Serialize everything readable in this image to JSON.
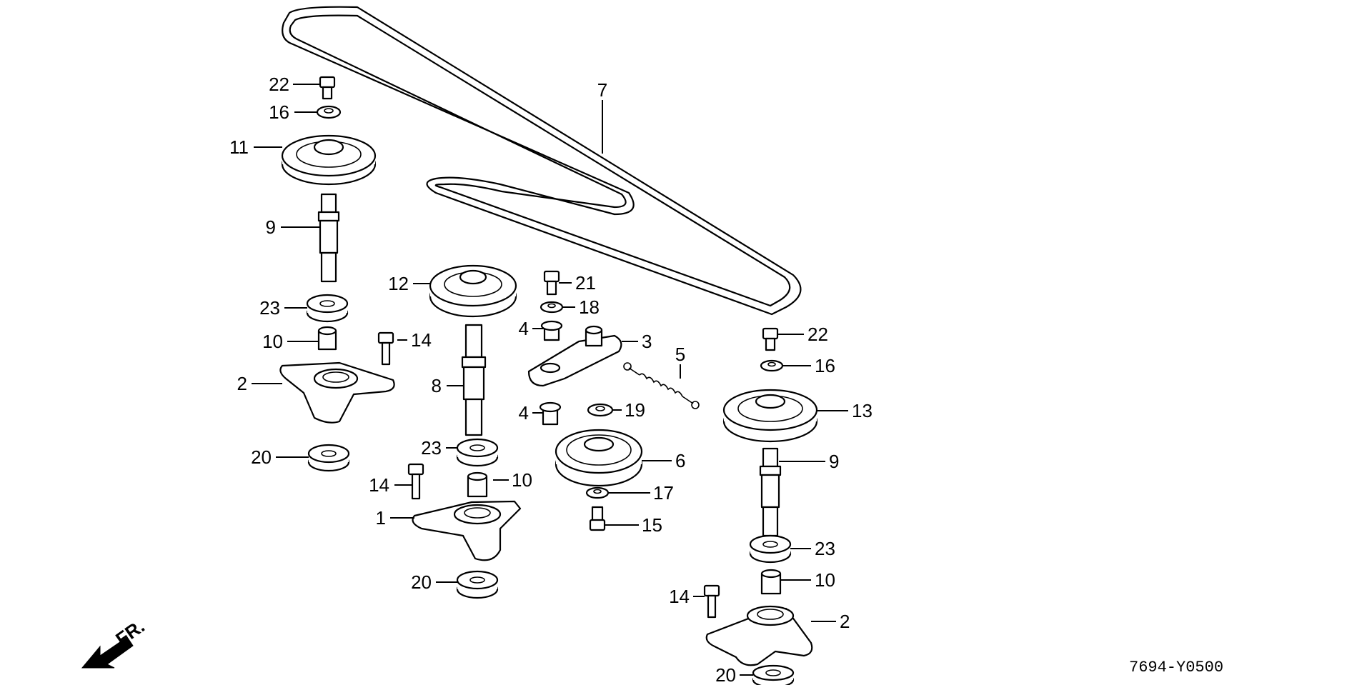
{
  "diagram": {
    "figure_code": "7694-Y0500",
    "front_indicator": "FR.",
    "callouts": {
      "c1": "1",
      "c2a": "2",
      "c2b": "2",
      "c3": "3",
      "c4a": "4",
      "c4b": "4",
      "c5": "5",
      "c6": "6",
      "c7": "7",
      "c8": "8",
      "c9a": "9",
      "c9b": "9",
      "c10a": "10",
      "c10b": "10",
      "c10c": "10",
      "c11": "11",
      "c12": "12",
      "c13": "13",
      "c14a": "14",
      "c14b": "14",
      "c14c": "14",
      "c15": "15",
      "c16a": "16",
      "c16b": "16",
      "c17": "17",
      "c18": "18",
      "c19": "19",
      "c20a": "20",
      "c20b": "20",
      "c20c": "20",
      "c21": "21",
      "c22a": "22",
      "c22b": "22",
      "c23a": "23",
      "c23b": "23",
      "c23c": "23"
    }
  }
}
